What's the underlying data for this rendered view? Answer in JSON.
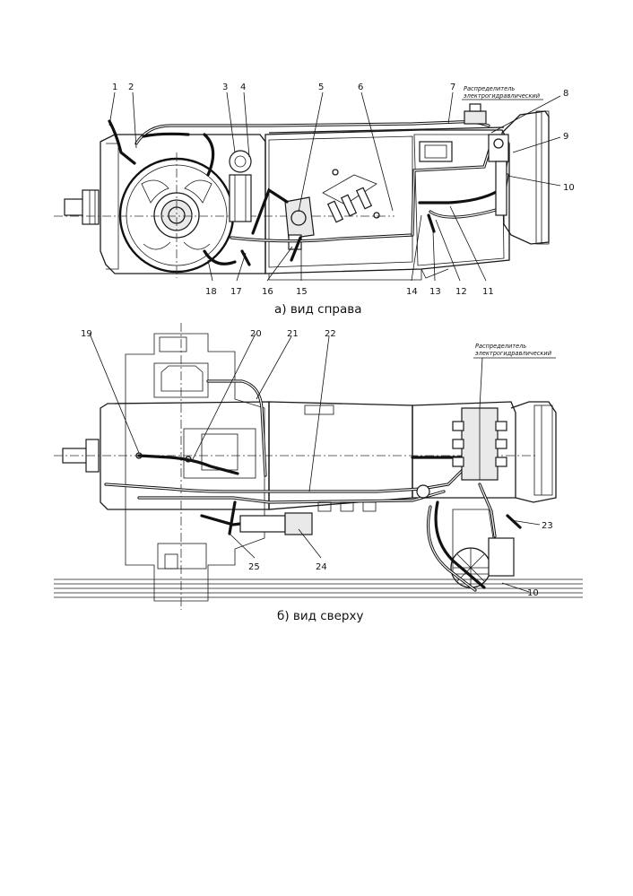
{
  "captions": {
    "view_a": "а) вид справа",
    "view_b": "б) вид сверху"
  },
  "annotations": {
    "distributor_a_line1": "Распределитель",
    "distributor_a_line2": "электрогидравлический",
    "distributor_b_line1": "Распределитель",
    "distributor_b_line2": "электрогидравлический"
  },
  "callouts_a": [
    "1",
    "2",
    "3",
    "4",
    "5",
    "6",
    "7",
    "8",
    "9",
    "10",
    "11",
    "12",
    "13",
    "14",
    "15",
    "16",
    "17",
    "18"
  ],
  "callouts_b": [
    "19",
    "20",
    "21",
    "22",
    "23",
    "24",
    "25",
    "10"
  ]
}
